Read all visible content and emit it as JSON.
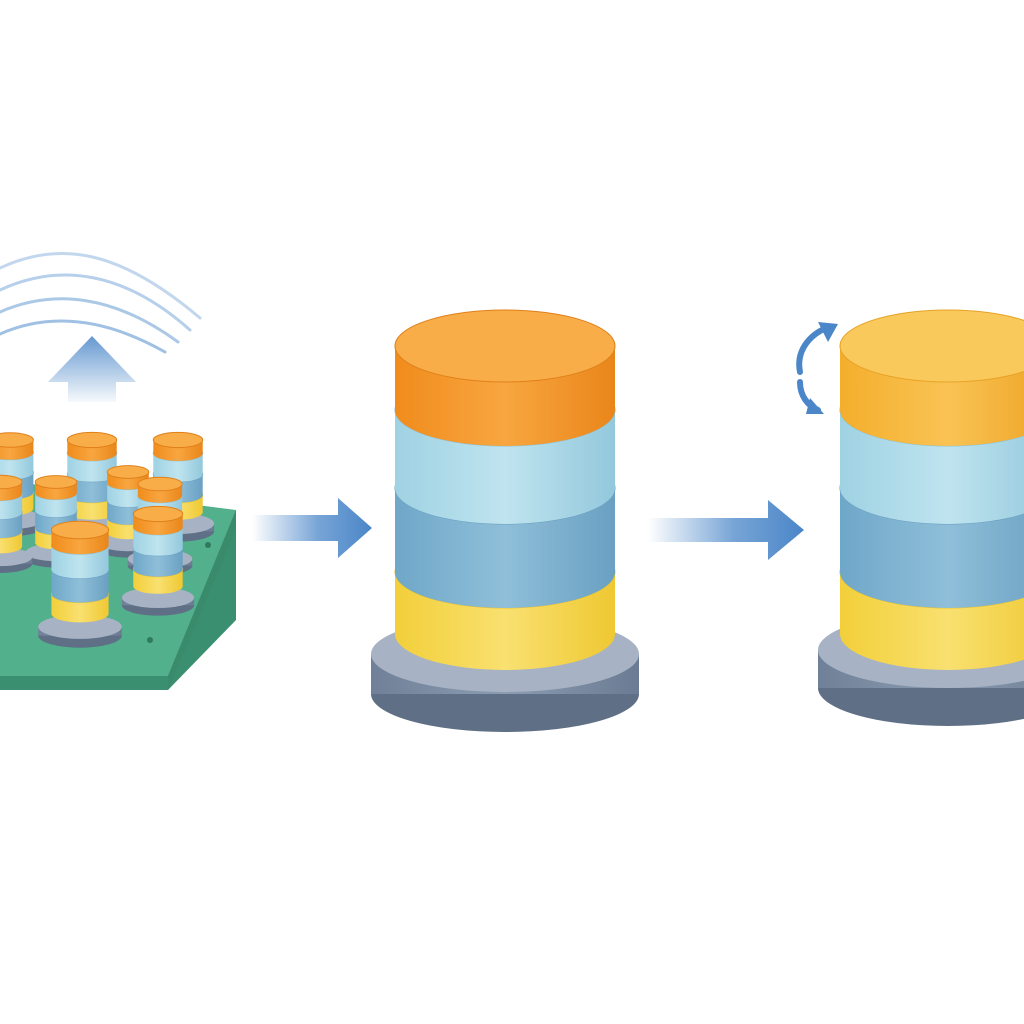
{
  "diagram": {
    "colors": {
      "background": "#ffffff",
      "orange": "#f59a2c",
      "orange_top": "#f8ad48",
      "gold": "#f7b73d",
      "gold_top": "#f9c95b",
      "light_blue": "#a9d9e8",
      "mid_blue": "#7fb3d1",
      "yellow": "#f5d94f",
      "base_gray": "#7e8fa6",
      "base_gray_top": "#a4b1c3",
      "board_green": "#4fae8a",
      "board_green_edge": "#3a8f70",
      "arrow_blue": "#4a86c8"
    },
    "stages": [
      {
        "name": "array-of-cells",
        "icons": [
          "signal-waves-icon",
          "up-arrow-icon"
        ]
      },
      {
        "name": "single-stack",
        "icons": []
      },
      {
        "name": "modified-stack",
        "icons": [
          "rotate-arrows-icon"
        ]
      }
    ],
    "connectors": [
      "right-arrow-icon",
      "right-arrow-icon"
    ]
  }
}
